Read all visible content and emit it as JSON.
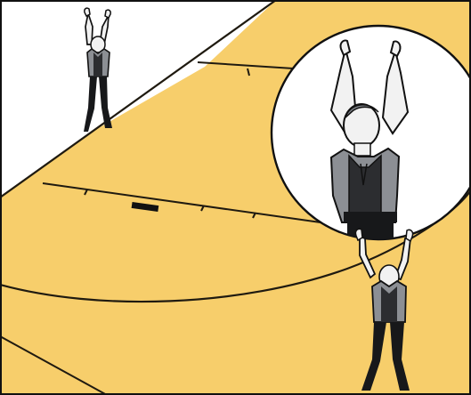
{
  "colors": {
    "court": "#f7ce6b",
    "court_line": "#1f1a10",
    "background": "#ffffff",
    "frame": "#111111",
    "shirt_gray": "#8c8f94",
    "shirt_dark": "#2c2d30",
    "pants": "#17181a",
    "skin": "#f2f2f2",
    "circle_fill": "#ffffff"
  },
  "figures": [
    {
      "name": "official-top-left-signal",
      "pose": "both-arms-raised-thumbs-up"
    },
    {
      "name": "official-bottom-right-signal",
      "pose": "both-arms-raised-thumbs-up"
    },
    {
      "name": "official-closeup-signal",
      "pose": "both-arms-raised-thumbs-up"
    }
  ]
}
